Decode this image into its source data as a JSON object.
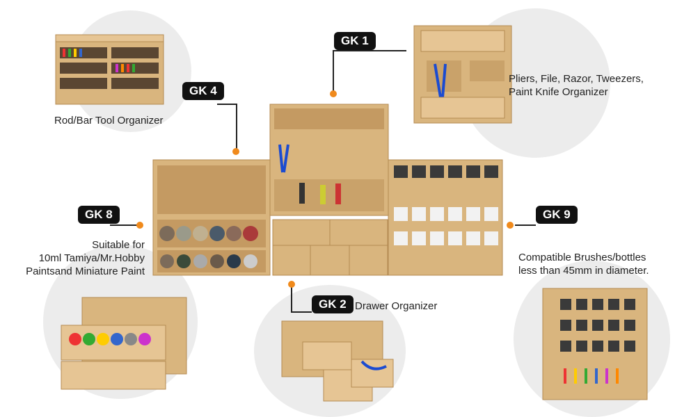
{
  "labels": {
    "gk1": "GK 1",
    "gk2": "GK 2",
    "gk4": "GK 4",
    "gk8": "GK 8",
    "gk9": "GK 9"
  },
  "captions": {
    "gk1_line1": "Pliers, File, Razor, Tweezers,",
    "gk1_line2": "Paint Knife Organizer",
    "gk2": "Drawer Organizer",
    "gk4": "Rod/Bar Tool Organizer",
    "gk8_line1": "Suitable for",
    "gk8_line2": "10ml Tamiya/Mr.Hobby",
    "gk8_line3": "Paintsand Miniature Paint",
    "gk9_line1": "Compatible Brushes/bottles",
    "gk9_line2": "less than 45mm in diameter."
  },
  "colors": {
    "wood": "#d9b57e",
    "wood_dark": "#b48a52",
    "accent_dot": "#f08a1c",
    "badge_bg": "#111111",
    "circle_bg": "#ececec"
  }
}
